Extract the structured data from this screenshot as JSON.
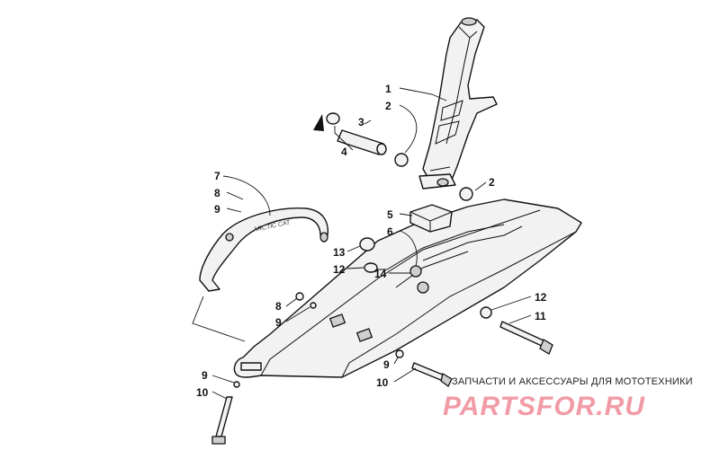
{
  "callouts": {
    "c1": "1",
    "c2a": "2",
    "c3": "3",
    "c4": "4",
    "c2b": "2",
    "c7": "7",
    "c8a": "8",
    "c9a": "9",
    "c5": "5",
    "c6": "6",
    "c13": "13",
    "c12a": "12",
    "c14": "14",
    "c8b": "8",
    "c9b": "9",
    "c12b": "12",
    "c11": "11",
    "c9c": "9",
    "c10a": "10",
    "c9d": "9",
    "c10b": "10"
  },
  "handle_text": "ARCTIC CAT",
  "watermark": {
    "tagline": "ЗАПЧАСТИ И АКСЕССУАРЫ ДЛЯ МОТОТЕХНИКИ",
    "logo": "PARTSFOR.RU"
  }
}
